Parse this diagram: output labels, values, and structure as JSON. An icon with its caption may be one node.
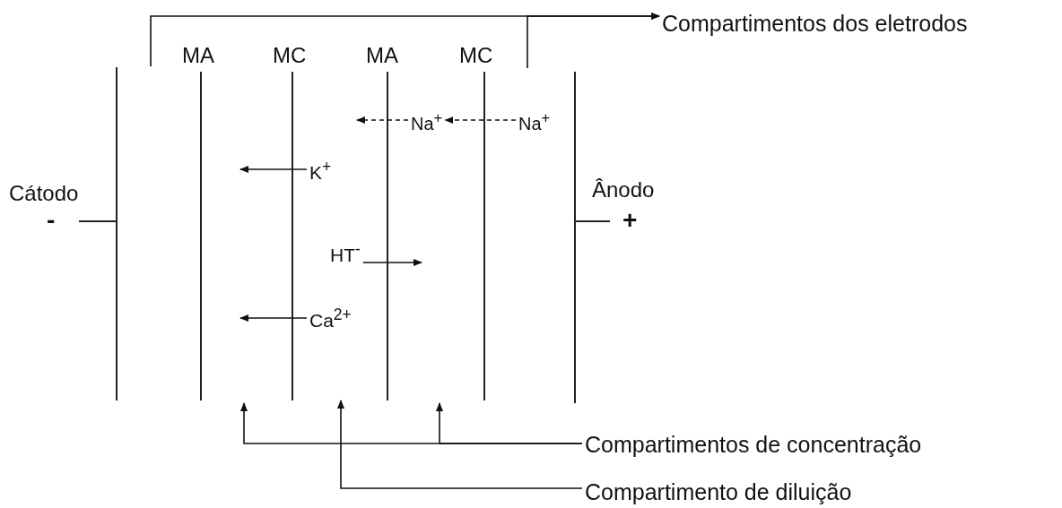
{
  "diagram": {
    "nodes": [
      {
        "text": [
          "Compartimentos dos eletrodos"
        ]
      },
      {
        "text": [
          "Na$^{+}$"
        ]
      },
      {
        "text": [
          "Na$^{+}$"
        ]
      },
      {
        "text": [
          "K$^{+}$"
        ]
      },
      {
        "text": [
          "HT$^{-}$"
        ]
      },
      {
        "text": [
          "Ca$^{2+}$"
        ]
      },
      {
        "text": [
          "Compartimentos de concentração"
        ]
      },
      {
        "text": [
          "Compartimento de diluição"
        ]
      }
    ],
    "edges": [
      {
        "from": null,
        "to": 0,
        "arrow": "to"
      },
      {
        "from": null,
        "to": 0,
        "arrow": "to"
      },
      {
        "from": 1,
        "to": null,
        "arrow": "to",
        "style": "dashed"
      },
      {
        "from": 2,
        "to": 1,
        "arrow": "to",
        "style": "dashed"
      },
      {
        "from": 3,
        "to": null,
        "arrow": "to"
      },
      {
        "from": 4,
        "to": null,
        "arrow": "to"
      },
      {
        "from": 5,
        "to": null,
        "arrow": "to"
      },
      {
        "from": 6,
        "to": null,
        "arrow": "to"
      },
      {
        "from": 6,
        "to": null,
        "arrow": "to"
      },
      {
        "from": 7,
        "to": null,
        "arrow": "to"
      }
    ],
    "labels": [
      "MA",
      "MC",
      "MA",
      "MC",
      "Cátodo",
      "-",
      "Ânodo",
      "+"
    ]
  }
}
